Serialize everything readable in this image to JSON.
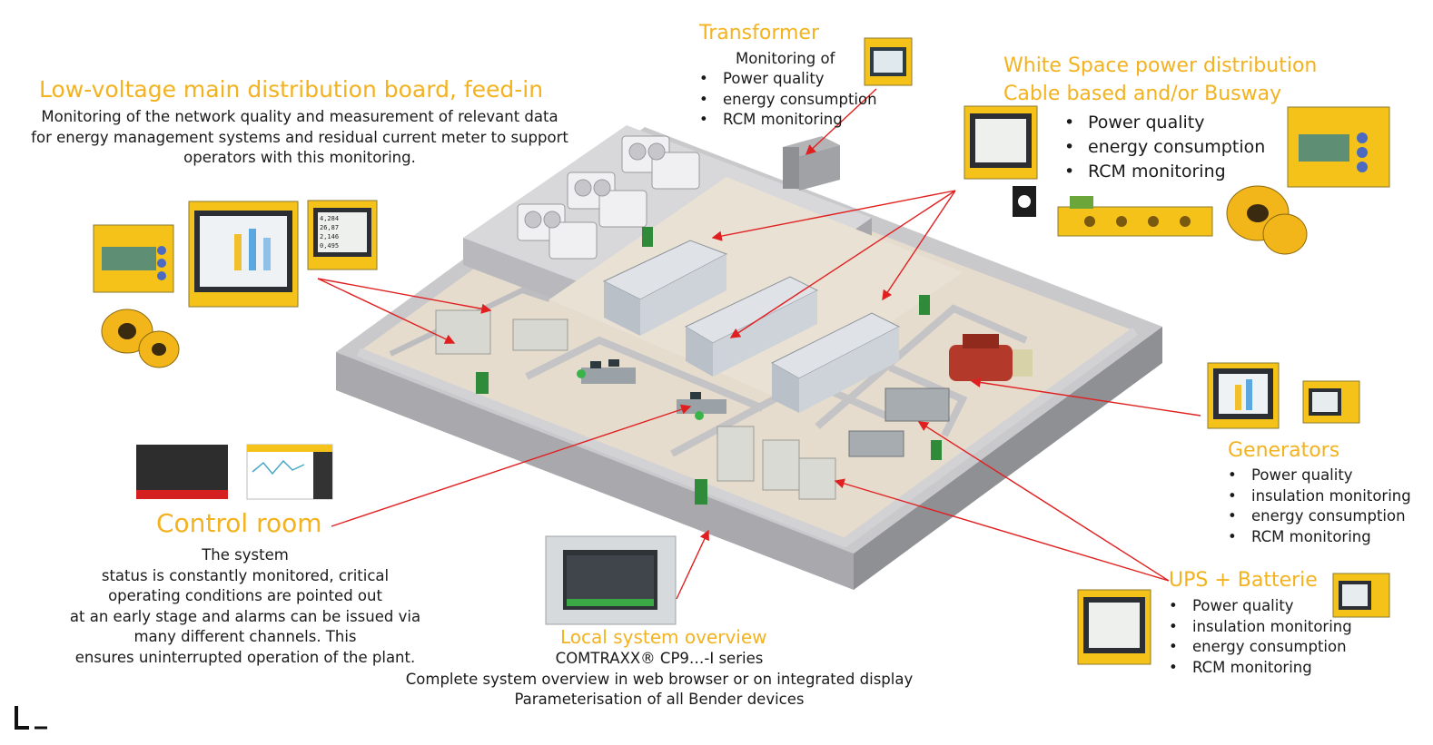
{
  "transformer": {
    "title": "Transformer",
    "intro": "Monitoring of",
    "items": [
      "Power quality",
      "energy consumption",
      "RCM monitoring"
    ]
  },
  "lv_board": {
    "title": "Low-voltage main distribution board, feed-in",
    "lines": [
      "Monitoring of the network quality and measurement of relevant data",
      "for energy management systems and residual current meter to support",
      "operators with this monitoring."
    ]
  },
  "white_space": {
    "title_line1": "White Space power distribution",
    "title_line2": "Cable based and/or Busway",
    "items": [
      "Power quality",
      "energy consumption",
      "RCM monitoring"
    ]
  },
  "generators": {
    "title": "Generators",
    "items": [
      "Power quality",
      "insulation monitoring",
      "energy consumption",
      "RCM monitoring"
    ]
  },
  "ups": {
    "title": "UPS + Batterie",
    "items": [
      "Power quality",
      "insulation monitoring",
      "energy consumption",
      "RCM monitoring"
    ]
  },
  "control_room": {
    "title": "Control room",
    "lines": [
      "The system",
      "status is constantly monitored, critical",
      "operating conditions are pointed out",
      "at an early stage and alarms can be issued via",
      "many different channels. This",
      "ensures uninterrupted operation of the plant."
    ]
  },
  "local_overview": {
    "title": "Local system overview",
    "lines": [
      "COMTRAXX® CP9…-I series",
      "Complete system overview in web browser or on integrated display",
      "Parameterisation of all Bender devices"
    ]
  },
  "meter_readings": [
    "4,284",
    "26,87",
    "2,146",
    "0,495"
  ],
  "colors": {
    "accent": "#f3b21f",
    "arrow": "#e02020",
    "device_yellow": "#f5c219"
  }
}
